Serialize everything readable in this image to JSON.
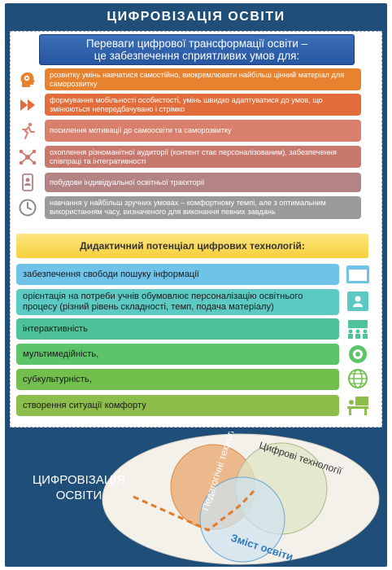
{
  "title": "ЦИФРОВІЗАЦІЯ  ОСВІТИ",
  "advantages": {
    "header_line1": "Переваги цифрової трансформації освіти –",
    "header_line2": "це забезпечення сприятливих умов для:",
    "items": [
      {
        "text": "розвитку умінь навчатися самостійно, виокремлювати найбільш цінний матеріал для саморозвитку",
        "color": "#e8822e",
        "icon": "head-gear-icon"
      },
      {
        "text": "формування мобільності особистості, умінь швидко адаптуватися до умов, що змінюються непередбачувано і стрімко",
        "color": "#e36d3a",
        "icon": "fast-forward-icon"
      },
      {
        "text": "посилення мотивації до самоосвіти та саморозвитку",
        "color": "#d9806c",
        "icon": "running-person-icon"
      },
      {
        "text": "охоплення різноманітної аудиторії (контент стає персоналізованим), забезпечення співпраці та інтегративності",
        "color": "#c9786e",
        "icon": "network-icon"
      },
      {
        "text": "побудови індивідуальної освітньої траєкторії",
        "color": "#b48484",
        "icon": "phone-user-icon"
      },
      {
        "text": "навчання у найбільш зручних умовах – комфортному темпі, але з оптимальним використанням часу, визначеного для виконання певних завдань",
        "color": "#9a9a9a",
        "icon": "clock-icon"
      }
    ]
  },
  "didactic": {
    "header": "Дидактичний потенціал цифрових технологій:",
    "items": [
      {
        "text": "забезпечення свободи пошуку інформації",
        "color": "#6fc3e8",
        "icon": "browser-window-icon"
      },
      {
        "text": "орієнтація на потреби учнів обумовлює персоналізацію освітнього процесу (різний рівень складності, темп, подача матеріалу)",
        "color": "#5cc9c3",
        "icon": "id-card-icon"
      },
      {
        "text": "інтерактивність",
        "color": "#4fc29a",
        "icon": "group-people-icon"
      },
      {
        "text": "мультимедійність,",
        "color": "#5ec46a",
        "icon": "media-cycle-icon"
      },
      {
        "text": "субкультурність,",
        "color": "#72bf4d",
        "icon": "globe-icon"
      },
      {
        "text": "створення ситуації комфорту",
        "color": "#8dbd4a",
        "icon": "desk-person-icon"
      }
    ]
  },
  "diagram": {
    "label_line1": "ЦИФРОВІЗАЦІЯ",
    "label_line2": "ОСВІТИ",
    "circle1": "Педагогічні технології",
    "circle2": "Цифрові технології",
    "circle3": "Зміст освіти"
  },
  "colors": {
    "frame": "#1f4e79",
    "banner": "#2f63ad",
    "dp_banner": "#f6cf3b",
    "ellipse": "#f4f1ea",
    "dash_line": "#e07b2a"
  }
}
